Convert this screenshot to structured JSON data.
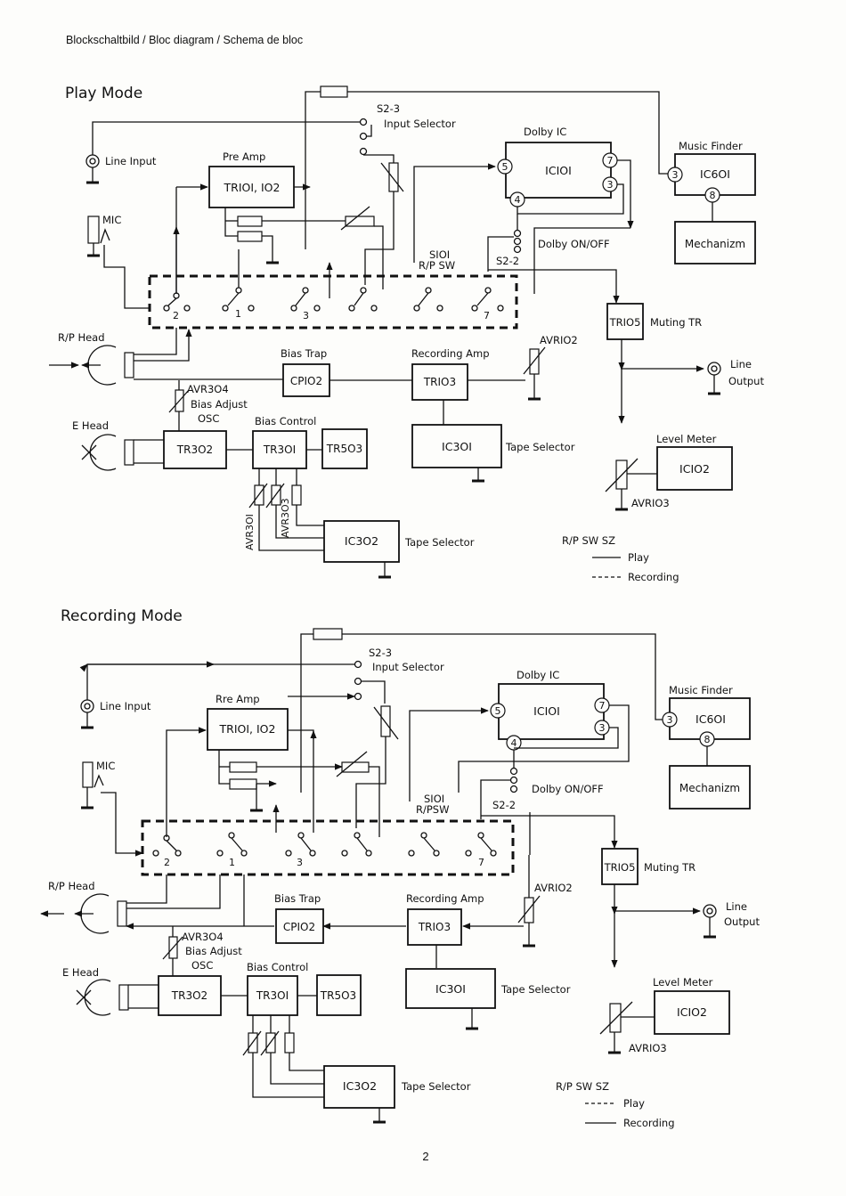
{
  "page_header": "Blockschaltbild / Bloc diagram / Schema de bloc",
  "page_number": "2",
  "play_mode": {
    "title": "Play Mode",
    "line_input": "Line Input",
    "mic": "MIC",
    "pre_amp_label": "Pre Amp",
    "pre_amp_block": "TRIOI, IO2",
    "s2_3": "S2-3",
    "input_selector": "Input Selector",
    "dolby_ic_label": "Dolby IC",
    "dolby_ic_block": "ICIOI",
    "pin5": "5",
    "pin4": "4",
    "pin7": "7",
    "pin3": "3",
    "music_finder_label": "Music Finder",
    "music_finder_block": "IC6OI",
    "mf_pin3": "3",
    "mf_pin8": "8",
    "mechanism": "Mechanizm",
    "dolby_onoff": "Dolby ON/OFF",
    "s2_2": "S2-2",
    "s101": "SIOI",
    "rp_sw": "R/P SW",
    "switch2": "2",
    "switch1": "1",
    "switch3": "3",
    "switch7": "7",
    "rp_head": "R/P Head",
    "e_head": "E Head",
    "bias_trap_label": "Bias Trap",
    "bias_trap_block": "CPIO2",
    "recording_amp_label": "Recording Amp",
    "recording_amp_block": "TRIO3",
    "avr102": "AVRIO2",
    "muting_block": "TRIO5",
    "muting_label": "Muting TR",
    "line_output1": "Line",
    "line_output2": "Output",
    "avr304": "AVR3O4",
    "bias_adjust": "Bias Adjust",
    "osc": "OSC",
    "bias_control": "Bias Control",
    "tr302": "TR3O2",
    "tr301": "TR3OI",
    "tr503": "TR5O3",
    "ic301": "IC3OI",
    "tape_selector1": "Tape Selector",
    "level_meter_label": "Level Meter",
    "level_meter_block": "ICIO2",
    "avr103": "AVRIO3",
    "avr301": "AVR3OI",
    "avr303": "AVR3O3",
    "ic302": "IC3O2",
    "tape_selector2": "Tape Selector",
    "legend_title": "R/P SW SZ",
    "legend_play": "Play",
    "legend_rec": "Recording"
  },
  "recording_mode": {
    "title": "Recording Mode",
    "line_input": "Line Input",
    "mic": "MIC",
    "pre_amp_label": "Rre Amp",
    "pre_amp_block": "TRIOI, IO2",
    "s2_3": "S2-3",
    "input_selector": "Input Selector",
    "dolby_ic_label": "Dolby IC",
    "dolby_ic_block": "ICIOI",
    "pin5": "5",
    "pin4": "4",
    "pin7": "7",
    "pin3": "3",
    "music_finder_label": "Music Finder",
    "music_finder_block": "IC6OI",
    "mf_pin3": "3",
    "mf_pin8": "8",
    "mechanism": "Mechanizm",
    "dolby_onoff": "Dolby ON/OFF",
    "s2_2": "S2-2",
    "s101": "SIOI",
    "rp_sw": "R/PSW",
    "switch2": "2",
    "switch1": "1",
    "switch3": "3",
    "switch7": "7",
    "rp_head": "R/P Head",
    "e_head": "E Head",
    "bias_trap_label": "Bias Trap",
    "bias_trap_block": "CPIO2",
    "recording_amp_label": "Recording Amp",
    "recording_amp_block": "TRIO3",
    "avr102": "AVRIO2",
    "muting_block": "TRIO5",
    "muting_label": "Muting TR",
    "line_output1": "Line",
    "line_output2": "Output",
    "avr304": "AVR3O4",
    "bias_adjust": "Bias Adjust",
    "osc": "OSC",
    "bias_control": "Bias Control",
    "tr302": "TR3O2",
    "tr301": "TR3OI",
    "tr503": "TR5O3",
    "ic301": "IC3OI",
    "tape_selector1": "Tape Selector",
    "level_meter_label": "Level Meter",
    "level_meter_block": "ICIO2",
    "avr103": "AVRIO3",
    "ic302": "IC3O2",
    "tape_selector2": "Tape Selector",
    "legend_title": "R/P SW SZ",
    "legend_play": "Play",
    "legend_rec": "Recording"
  }
}
